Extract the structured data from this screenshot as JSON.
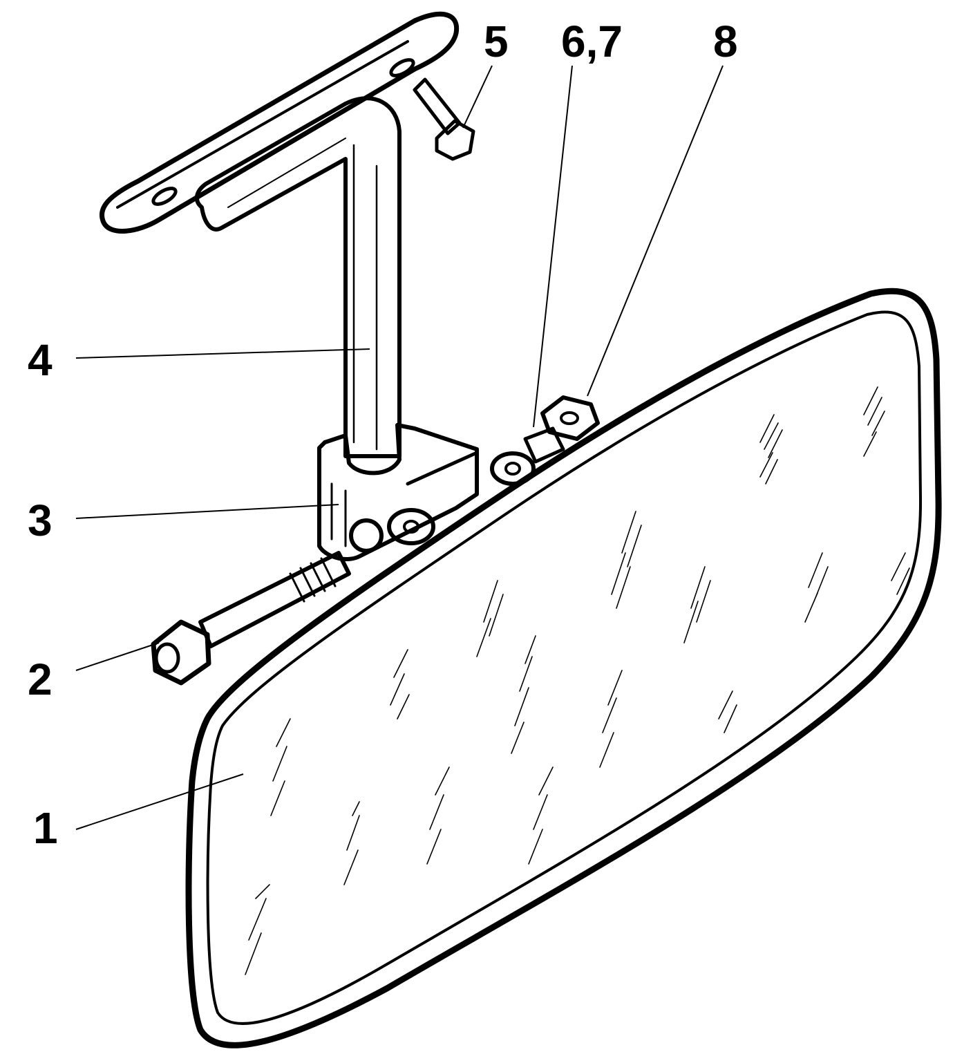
{
  "diagram": {
    "callouts": [
      {
        "id": "1",
        "label": "1",
        "part": "mirror-glass"
      },
      {
        "id": "2",
        "label": "2",
        "part": "clamp-bolt"
      },
      {
        "id": "3",
        "label": "3",
        "part": "pivot-block"
      },
      {
        "id": "4",
        "label": "4",
        "part": "support-arm"
      },
      {
        "id": "5",
        "label": "5",
        "part": "mounting-screw"
      },
      {
        "id": "6,7",
        "label": "6,7",
        "part": "washer-and-bushing"
      },
      {
        "id": "8",
        "label": "8",
        "part": "nut"
      }
    ],
    "colors": {
      "ink": "#000000",
      "background": "#ffffff"
    }
  }
}
